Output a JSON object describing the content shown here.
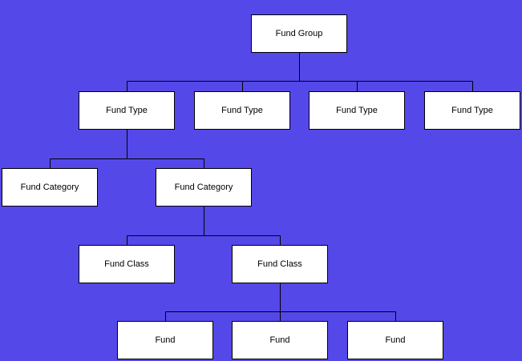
{
  "diagram": {
    "nodes": [
      {
        "id": "fund-group",
        "label": "Fund Group"
      },
      {
        "id": "fund-type-1",
        "label": "Fund Type"
      },
      {
        "id": "fund-type-2",
        "label": "Fund Type"
      },
      {
        "id": "fund-type-3",
        "label": "Fund Type"
      },
      {
        "id": "fund-type-4",
        "label": "Fund Type"
      },
      {
        "id": "fund-category-1",
        "label": "Fund Category"
      },
      {
        "id": "fund-category-2",
        "label": "Fund Category"
      },
      {
        "id": "fund-class-1",
        "label": "Fund Class"
      },
      {
        "id": "fund-class-2",
        "label": "Fund Class"
      },
      {
        "id": "fund-1",
        "label": "Fund"
      },
      {
        "id": "fund-2",
        "label": "Fund"
      },
      {
        "id": "fund-3",
        "label": "Fund"
      }
    ],
    "edges": [
      [
        "fund-group",
        "fund-type-1"
      ],
      [
        "fund-group",
        "fund-type-2"
      ],
      [
        "fund-group",
        "fund-type-3"
      ],
      [
        "fund-group",
        "fund-type-4"
      ],
      [
        "fund-type-1",
        "fund-category-1"
      ],
      [
        "fund-type-1",
        "fund-category-2"
      ],
      [
        "fund-category-2",
        "fund-class-1"
      ],
      [
        "fund-category-2",
        "fund-class-2"
      ],
      [
        "fund-class-2",
        "fund-1"
      ],
      [
        "fund-class-2",
        "fund-2"
      ],
      [
        "fund-class-2",
        "fund-3"
      ]
    ],
    "colors": {
      "background": "#5448E8",
      "node_fill": "#FFFFFF",
      "line": "#000000"
    }
  }
}
